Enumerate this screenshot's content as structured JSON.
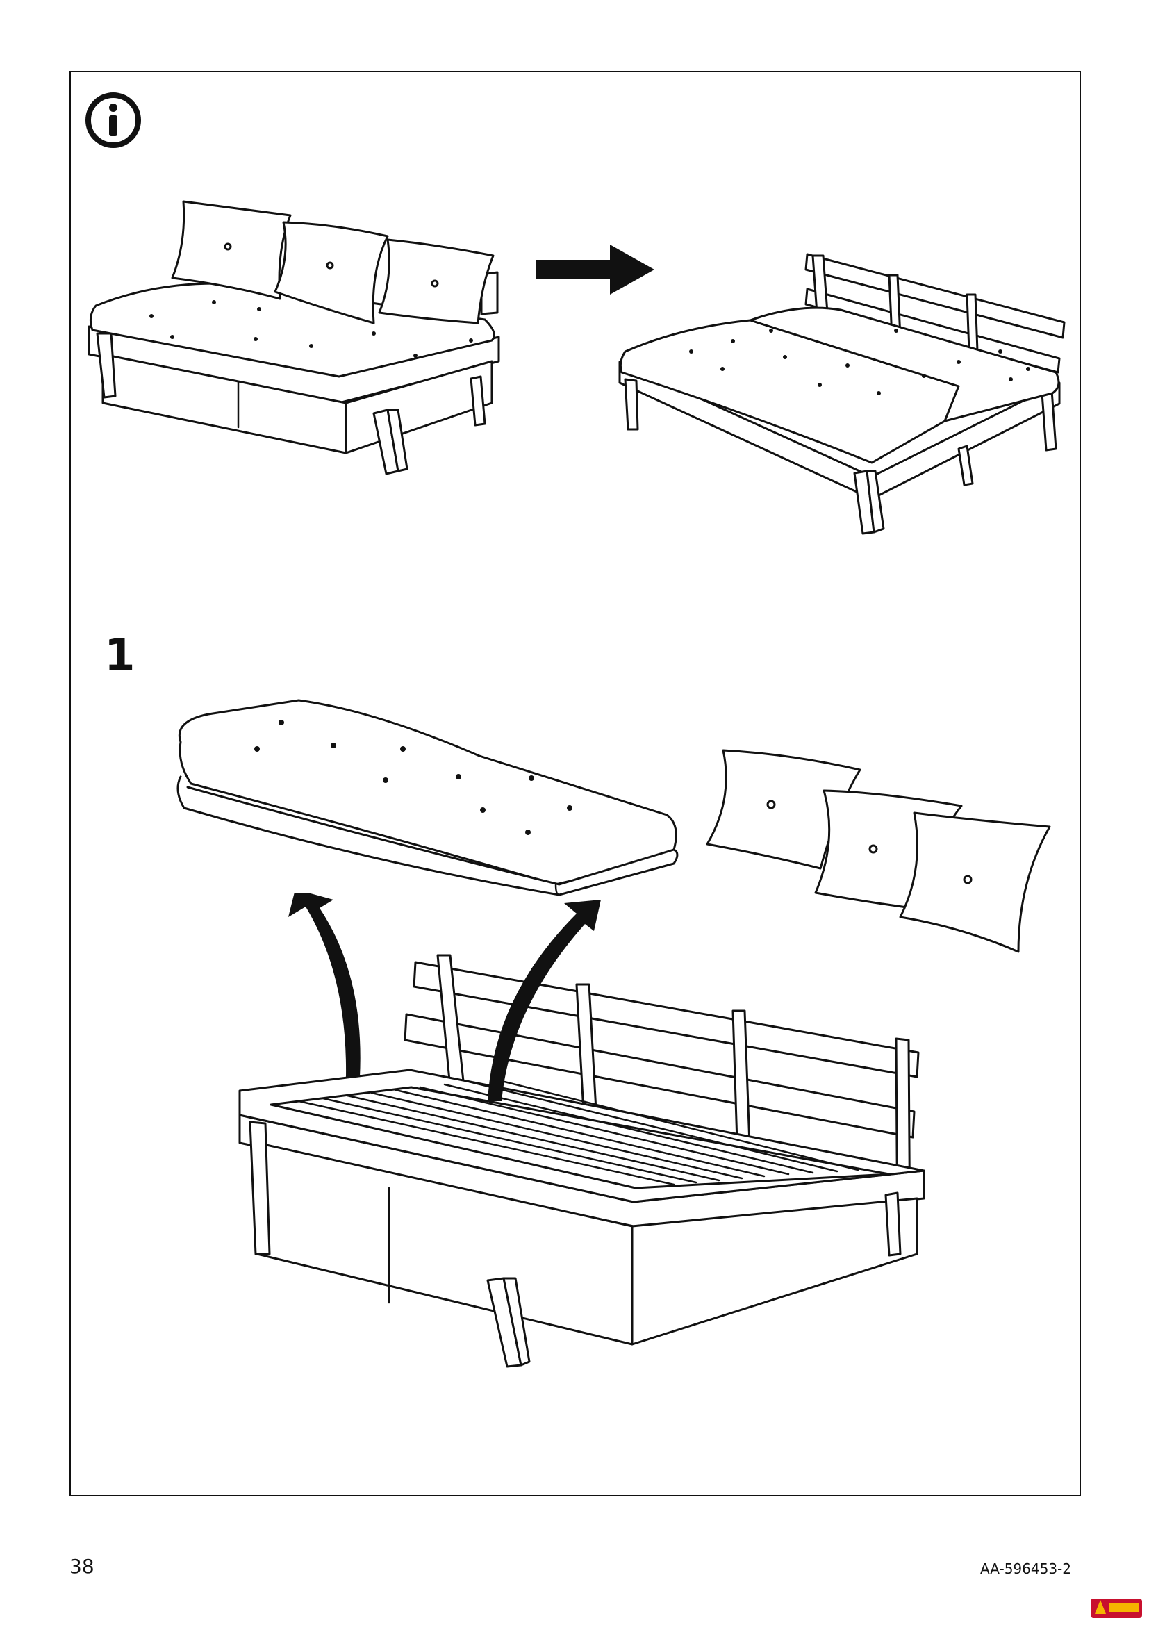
{
  "step": {
    "number": "1"
  },
  "footer": {
    "page_number": "38",
    "doc_code": "AA-596453-2"
  },
  "icons": {
    "info": "info-circle-icon",
    "arrow": "arrow-right-icon",
    "lift_arrow": "curved-arrow-up-icon"
  }
}
